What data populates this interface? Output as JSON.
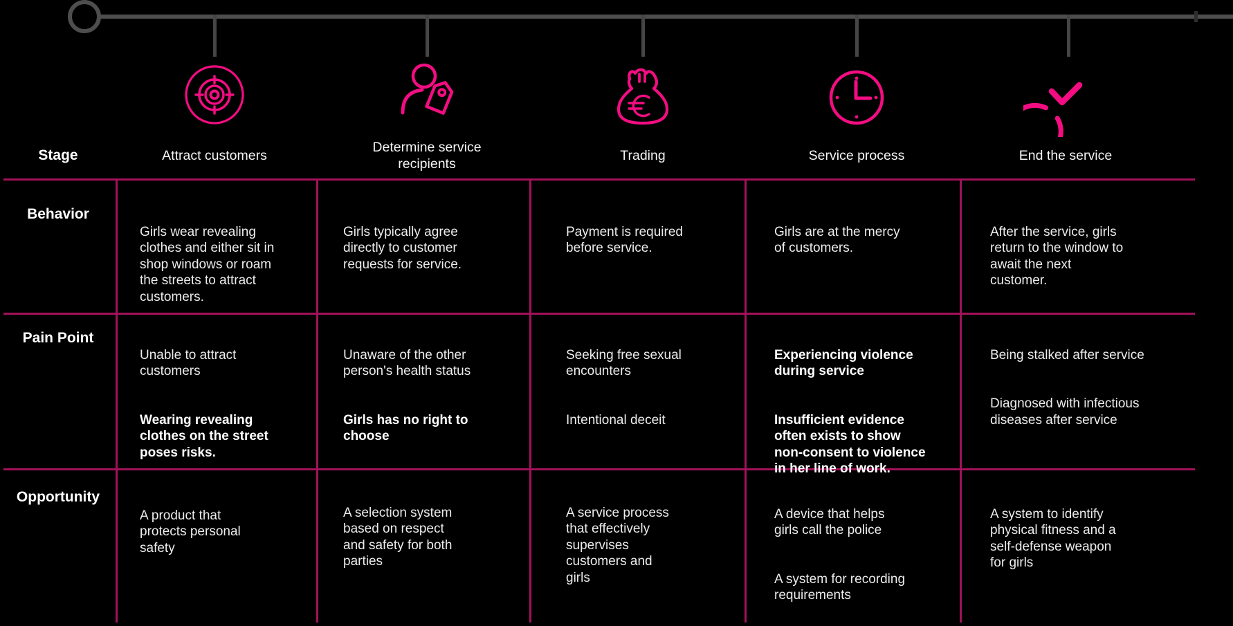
{
  "colors": {
    "background": "#000000",
    "icon_pink": "#F30D82",
    "grid_pink": "#A3125A",
    "timeline_gray": "#4E4E4E",
    "body_text": "#ECECEC",
    "emphasis_text": "#FFFFFF"
  },
  "stage": {
    "row_label": "Stage",
    "columns": [
      {
        "label": "Attract customers",
        "icon": "target-icon"
      },
      {
        "label": "Determine service\nrecipients",
        "icon": "person-tag-icon"
      },
      {
        "label": "Trading",
        "icon": "money-bag-euro-icon"
      },
      {
        "label": "Service process",
        "icon": "clock-icon"
      },
      {
        "label": "End the service",
        "icon": "check-circle-icon"
      }
    ]
  },
  "rows": [
    {
      "label": "Behavior",
      "cells": [
        {
          "paragraphs": [
            {
              "text": "Girls wear revealing\nclothes and either sit in\nshop windows or roam\nthe streets to attract\ncustomers.",
              "bold": false
            }
          ]
        },
        {
          "paragraphs": [
            {
              "text": "Girls typically agree\ndirectly to customer\nrequests for service.",
              "bold": false
            }
          ]
        },
        {
          "paragraphs": [
            {
              "text": "Payment is required\nbefore service.",
              "bold": false
            }
          ]
        },
        {
          "paragraphs": [
            {
              "text": "Girls are at the mercy\nof customers.",
              "bold": false
            }
          ]
        },
        {
          "paragraphs": [
            {
              "text": "After the service, girls\nreturn to the window to\nawait the next\ncustomer.",
              "bold": false
            }
          ]
        }
      ]
    },
    {
      "label": "Pain Point",
      "cells": [
        {
          "paragraphs": [
            {
              "text": "Unable to attract\ncustomers",
              "bold": false
            },
            {
              "text": "Wearing revealing\nclothes on the street\nposes risks.",
              "bold": true
            }
          ]
        },
        {
          "paragraphs": [
            {
              "text": "Unaware of the other\nperson's health status",
              "bold": false
            },
            {
              "text": "Girls has no right to\nchoose",
              "bold": true
            }
          ]
        },
        {
          "paragraphs": [
            {
              "text": "Seeking free sexual\nencounters",
              "bold": false
            },
            {
              "text": "Intentional deceit",
              "bold": false
            }
          ]
        },
        {
          "paragraphs": [
            {
              "text": "Experiencing violence\nduring service",
              "bold": true
            },
            {
              "text": "Insufficient evidence\noften exists to show\nnon-consent to violence\nin her line of work.",
              "bold": true
            }
          ]
        },
        {
          "paragraphs": [
            {
              "text": "Being stalked after service",
              "bold": false
            },
            {
              "text": "Diagnosed with infectious\ndiseases after service",
              "bold": false
            }
          ]
        }
      ]
    },
    {
      "label": "Opportunity",
      "cells": [
        {
          "paragraphs": [
            {
              "text": "A product that\nprotects personal\nsafety",
              "bold": false
            }
          ]
        },
        {
          "paragraphs": [
            {
              "text": "A selection system\nbased on respect\nand safety for both\nparties",
              "bold": false
            }
          ]
        },
        {
          "paragraphs": [
            {
              "text": "A service process\nthat effectively\nsupervises\ncustomers and\ngirls",
              "bold": false
            }
          ]
        },
        {
          "paragraphs": [
            {
              "text": "A device that helps\ngirls call the police",
              "bold": false
            },
            {
              "text": "A system for recording\nrequirements",
              "bold": false
            }
          ]
        },
        {
          "paragraphs": [
            {
              "text": "A system to identify\nphysical fitness and a\nself-defense weapon\nfor girls",
              "bold": false
            }
          ]
        }
      ]
    }
  ]
}
